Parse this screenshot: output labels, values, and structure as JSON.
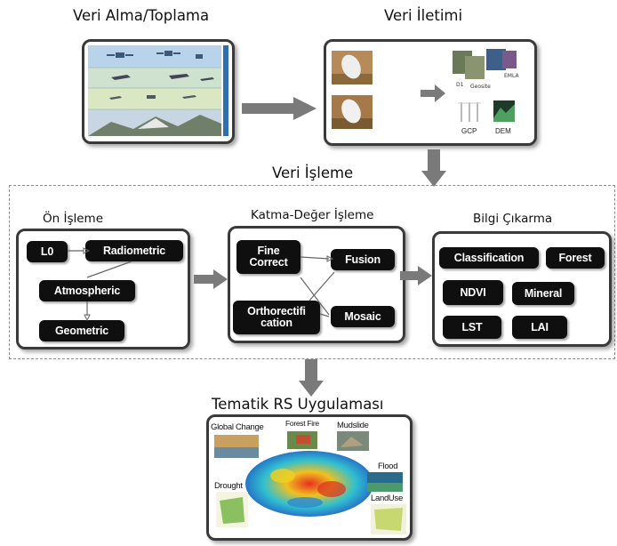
{
  "stages": {
    "acquisition": "Veri Alma/Toplama",
    "transmission": "Veri İletimi",
    "processing": "Veri İşleme",
    "application": "Tematik RS Uygulaması"
  },
  "transmission_panel": {
    "gcp": "GCP",
    "dem": "DEM"
  },
  "preprocessing": {
    "title": "Ön İşleme",
    "l0": "L0",
    "radiometric": "Radiometric",
    "atmospheric": "Atmospheric",
    "geometric": "Geometric"
  },
  "value_added": {
    "title": "Katma-Değer İşleme",
    "fine_correct": "Fine\nCorrect",
    "fusion": "Fusion",
    "orthorectification": "Orthorectifi\ncation",
    "mosaic": "Mosaic"
  },
  "extraction": {
    "title": "Bilgi Çıkarma",
    "classification": "Classification",
    "forest": "Forest",
    "ndvi": "NDVI",
    "mineral": "Mineral",
    "lst": "LST",
    "lai": "LAI"
  },
  "applications": {
    "global_change": "Global Change",
    "forest_fire": "Forest Fire",
    "mudslide": "Mudslide",
    "flood": "Flood",
    "drought": "Drought",
    "landuse": "LandUse"
  },
  "colors": {
    "arrow": "#7a7a7a",
    "panel_border": "#3a3a3a",
    "pill": "#0f0f0f"
  }
}
